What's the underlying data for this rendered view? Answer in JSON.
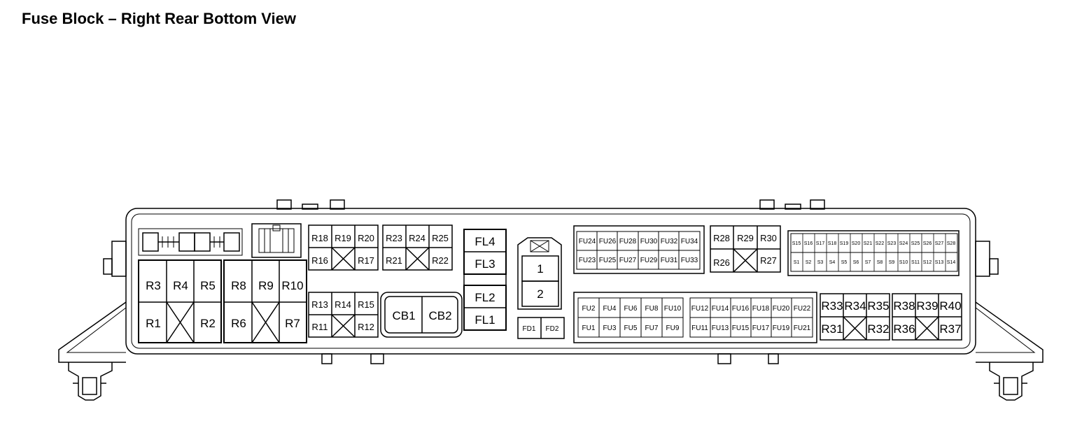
{
  "title": "Fuse Block – Right Rear Bottom View",
  "colors": {
    "line": "#000000",
    "background": "#ffffff"
  },
  "labels": {
    "R1": "R1",
    "R2": "R2",
    "R3": "R3",
    "R4": "R4",
    "R5": "R5",
    "R6": "R6",
    "R7": "R7",
    "R8": "R8",
    "R9": "R9",
    "R10": "R10",
    "R11": "R11",
    "R12": "R12",
    "R13": "R13",
    "R14": "R14",
    "R15": "R15",
    "R16": "R16",
    "R17": "R17",
    "R18": "R18",
    "R19": "R19",
    "R20": "R20",
    "R21": "R21",
    "R22": "R22",
    "R23": "R23",
    "R24": "R24",
    "R25": "R25",
    "R26": "R26",
    "R27": "R27",
    "R28": "R28",
    "R29": "R29",
    "R30": "R30",
    "R31": "R31",
    "R32": "R32",
    "R33": "R33",
    "R34": "R34",
    "R35": "R35",
    "R36": "R36",
    "R37": "R37",
    "R38": "R38",
    "R39": "R39",
    "R40": "R40",
    "CB1": "CB1",
    "CB2": "CB2",
    "FL1": "FL1",
    "FL2": "FL2",
    "FL3": "FL3",
    "FL4": "FL4",
    "CONN1": "1",
    "CONN2": "2",
    "FD1": "FD1",
    "FD2": "FD2",
    "FU1": "FU1",
    "FU2": "FU2",
    "FU3": "FU3",
    "FU4": "FU4",
    "FU5": "FU5",
    "FU6": "FU6",
    "FU7": "FU7",
    "FU8": "FU8",
    "FU9": "FU9",
    "FU10": "FU10",
    "FU11": "FU11",
    "FU12": "FU12",
    "FU13": "FU13",
    "FU14": "FU14",
    "FU15": "FU15",
    "FU16": "FU16",
    "FU17": "FU17",
    "FU18": "FU18",
    "FU19": "FU19",
    "FU20": "FU20",
    "FU21": "FU21",
    "FU22": "FU22",
    "FU23": "FU23",
    "FU24": "FU24",
    "FU25": "FU25",
    "FU26": "FU26",
    "FU27": "FU27",
    "FU28": "FU28",
    "FU29": "FU29",
    "FU30": "FU30",
    "FU31": "FU31",
    "FU32": "FU32",
    "FU33": "FU33",
    "FU34": "FU34",
    "S1": "S1",
    "S2": "S2",
    "S3": "S3",
    "S4": "S4",
    "S5": "S5",
    "S6": "S6",
    "S7": "S7",
    "S8": "S8",
    "S9": "S9",
    "S10": "S10",
    "S11": "S11",
    "S12": "S12",
    "S13": "S13",
    "S14": "S14",
    "S15": "S15",
    "S16": "S16",
    "S17": "S17",
    "S18": "S18",
    "S19": "S19",
    "S20": "S20",
    "S21": "S21",
    "S22": "S22",
    "S23": "S23",
    "S24": "S24",
    "S25": "S25",
    "S26": "S26",
    "S27": "S27",
    "S28": "S28"
  }
}
